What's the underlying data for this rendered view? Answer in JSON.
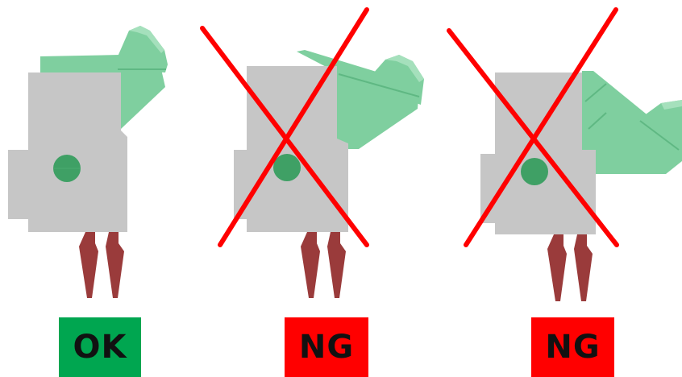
{
  "labels": {
    "ok": "OK",
    "ng_1": "NG",
    "ng_2": "NG"
  },
  "colors": {
    "ok_bg": "#00a650",
    "ng_bg": "#ff0000",
    "housing": "#c6c6c6",
    "lever_green": "#7fcf9f",
    "lever_edge": "#5fb883",
    "dot": "#3fa065",
    "pin": "#9a3b3b",
    "cross": "#ff0000"
  }
}
